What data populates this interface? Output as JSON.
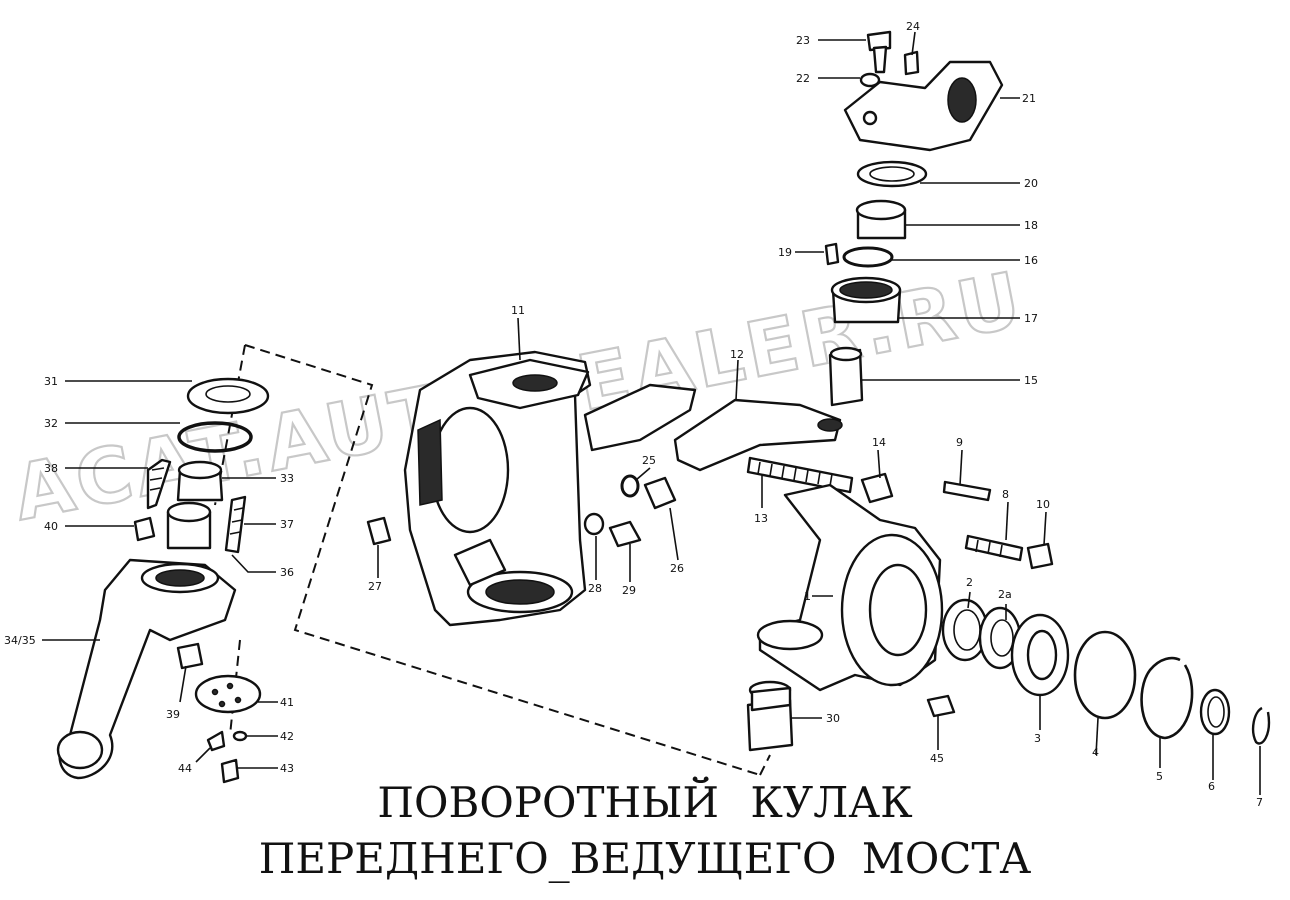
{
  "title": {
    "line1": "ПОВОРОТНЫЙ  КУЛАК",
    "line2": "ПЕРЕДНЕГО_ВЕДУЩЕГО  МОСТА"
  },
  "watermark": "ACAT.AUTODEALER.RU",
  "callouts": {
    "p1": "1",
    "p2": "2",
    "p2a": "2a",
    "p3": "3",
    "p4": "4",
    "p5": "5",
    "p6": "6",
    "p7": "7",
    "p8": "8",
    "p9": "9",
    "p10": "10",
    "p11": "11",
    "p12": "12",
    "p13": "13",
    "p14": "14",
    "p15": "15",
    "p16": "16",
    "p17": "17",
    "p18": "18",
    "p19": "19",
    "p20": "20",
    "p21": "21",
    "p22": "22",
    "p23": "23",
    "p24": "24",
    "p25": "25",
    "p26": "26",
    "p27": "27",
    "p28": "28",
    "p29": "29",
    "p30": "30",
    "p31": "31",
    "p32": "32",
    "p33": "33",
    "p34_35": "34/35",
    "p36": "36",
    "p37": "37",
    "p38": "38",
    "p39": "39",
    "p40": "40",
    "p41": "41",
    "p42": "42",
    "p43": "43",
    "p44": "44",
    "p45": "45"
  }
}
